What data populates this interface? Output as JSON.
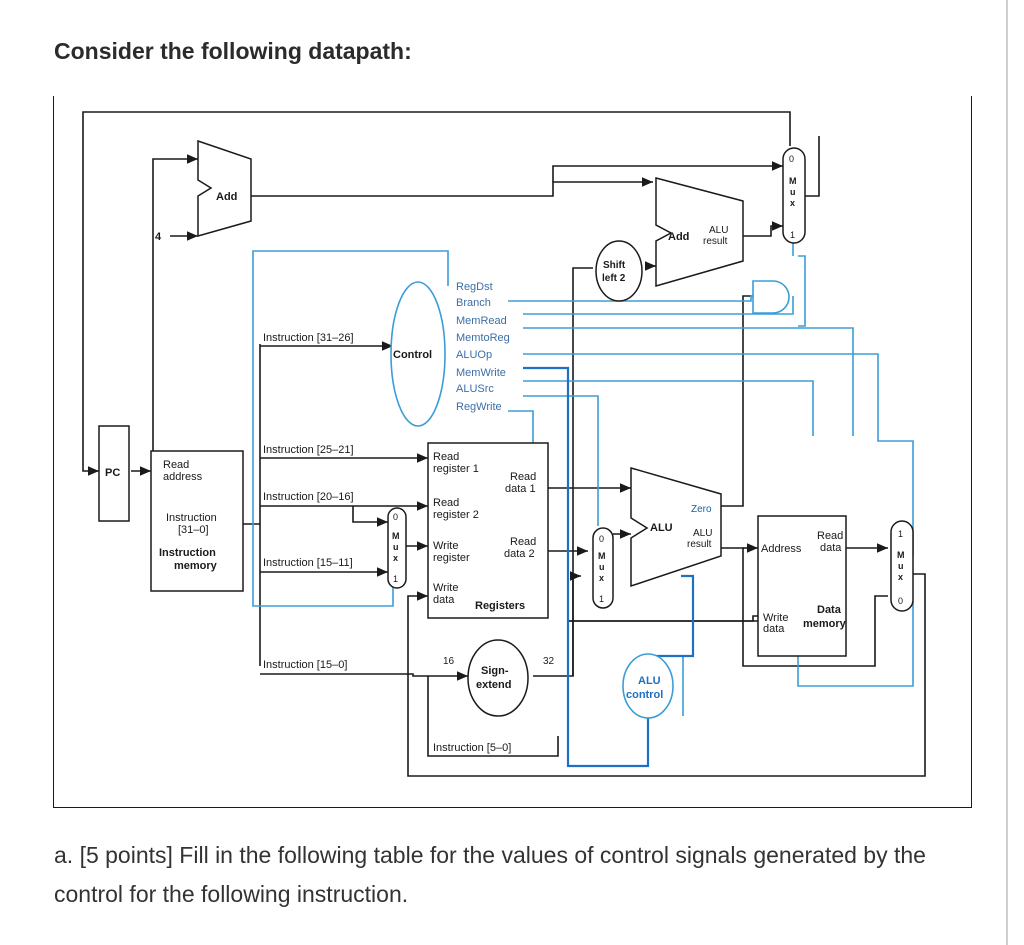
{
  "heading": "Consider the following datapath:",
  "question": "a. [5 points] Fill in the following table for the values of control signals generated by the control for the following instruction.",
  "colors": {
    "black_wire": "#1a1a1a",
    "control_wire": "#3b9dd6",
    "alu_control_wire": "#1f6fc4",
    "text": "#333333"
  },
  "diagram": {
    "pc": "PC",
    "add_top": "Add",
    "four": "4",
    "add_branch": "Add",
    "alu_result_label_1": "ALU",
    "alu_result_label_2": "result",
    "shift_1": "Shift",
    "shift_2": "left 2",
    "mux_letters": [
      "M",
      "u",
      "x"
    ],
    "mux_zero": "0",
    "mux_one": "1",
    "control": "Control",
    "control_signals": [
      "RegDst",
      "Branch",
      "MemRead",
      "MemtoReg",
      "ALUOp",
      "MemWrite",
      "ALUSrc",
      "RegWrite"
    ],
    "imem": {
      "read_1": "Read",
      "read_2": "address",
      "instr_1": "Instruction",
      "instr_2": "[31–0]",
      "title_1": "Instruction",
      "title_2": "memory"
    },
    "instr_fields": {
      "f31_26": "Instruction [31–26]",
      "f25_21": "Instruction [25–21]",
      "f20_16": "Instruction [20–16]",
      "f15_11": "Instruction [15–11]",
      "f15_0": "Instruction [15–0]",
      "f5_0": "Instruction [5–0]"
    },
    "registers": {
      "read_reg1_a": "Read",
      "read_reg1_b": "register 1",
      "read_data1_a": "Read",
      "read_data1_b": "data 1",
      "read_reg2_a": "Read",
      "read_reg2_b": "register 2",
      "write_reg_a": "Write",
      "write_reg_b": "register",
      "read_data2_a": "Read",
      "read_data2_b": "data 2",
      "write_data_a": "Write",
      "write_data_b": "data",
      "title": "Registers"
    },
    "sign_extend": {
      "in_bits": "16",
      "out_bits": "32",
      "label_1": "Sign-",
      "label_2": "extend"
    },
    "alu": {
      "zero": "Zero",
      "alu": "ALU",
      "result_1": "ALU",
      "result_2": "result"
    },
    "alu_control": {
      "label_1": "ALU",
      "label_2": "control"
    },
    "dmem": {
      "address": "Address",
      "read_data_1": "Read",
      "read_data_2": "data",
      "write_data_1": "Write",
      "write_data_2": "data",
      "title_1": "Data",
      "title_2": "memory"
    }
  }
}
